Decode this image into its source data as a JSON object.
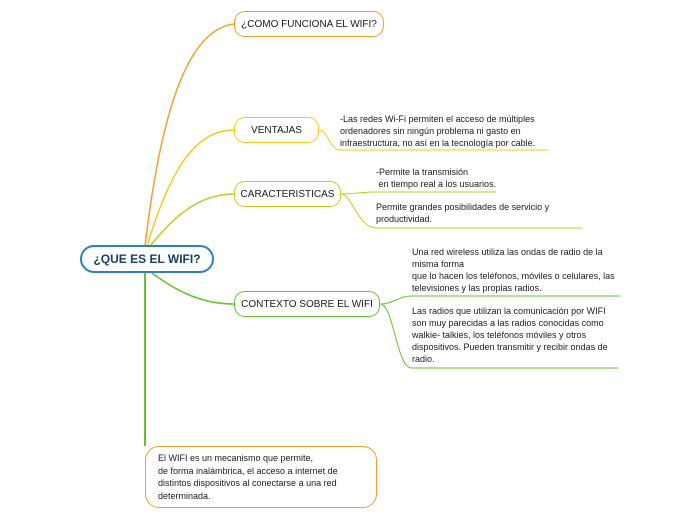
{
  "root": {
    "label": "¿QUE ES EL WIFI?"
  },
  "branches": {
    "como": "¿COMO FUNCIONA EL WIFI?",
    "ventajas": "VENTAJAS",
    "caracteristicas": "CARACTERISTICAS",
    "contexto": "CONTEXTO SOBRE EL WIFI"
  },
  "ventajas_note": [
    "-Las redes Wi-Fi permiten el acceso de múltiples",
    "ordenadores sin ningún problema ni gasto en",
    "infraestructura, no así en la tecnología por cable."
  ],
  "caracteristicas_notes": {
    "first": [
      "-Permite la transmisión",
      " en tiempo real a los usuarios."
    ],
    "second": [
      "Permite grandes posibilidades de servicio y",
      "productividad."
    ]
  },
  "contexto_notes": {
    "first": [
      "Una red wireless utiliza las ondas de radio de la",
      "misma forma",
      "que lo hacen los teléfonos, móviles o celulares, las",
      "televisiones y las propias radios."
    ],
    "second": [
      "Las radios que utilizan la comunicación por WIFI",
      "son muy parecidas a las radios conocidas como",
      "walkie- talkies, los teléfonos móviles y otros",
      "dispositivos. Pueden transmitir y recibir ondas de",
      "radio."
    ]
  },
  "bottom_note": [
    "El WIFI es un mecanismo que permite,",
    "de forma inalámbrica, el acceso a internet de",
    "distintos dispositivos al conectarse a una red",
    "determinada."
  ],
  "colors": {
    "root_border": "#2e7fc4",
    "orange": "#f0a22e",
    "yellow": "#f2cb1a",
    "lime": "#b6d41f",
    "green": "#63c331"
  }
}
